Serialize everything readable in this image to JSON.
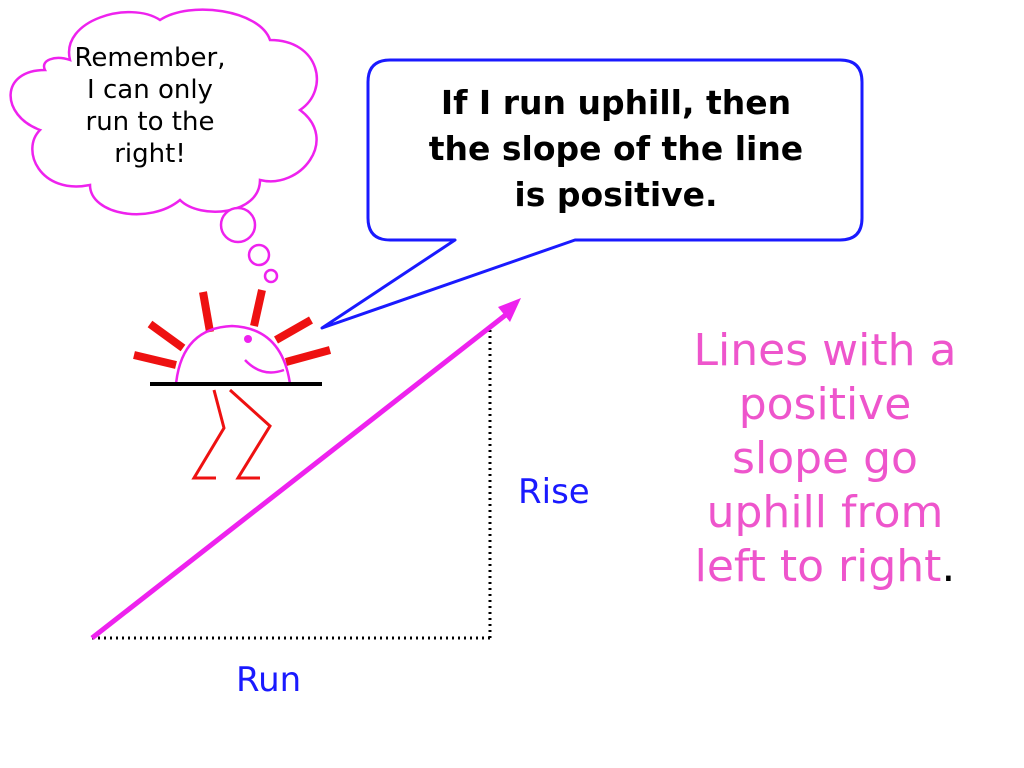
{
  "thought_bubble": {
    "lines": [
      "Remember,",
      "I can only",
      "run to the",
      "right!"
    ]
  },
  "speech_bubble": {
    "lines": [
      "If I run uphill, then",
      "the slope of the line",
      "is positive."
    ]
  },
  "labels": {
    "rise": "Rise",
    "run": "Run"
  },
  "note": {
    "lines": [
      "Lines with a",
      "positive",
      "slope go",
      "uphill from",
      "left to right"
    ],
    "trailing": "."
  },
  "colors": {
    "line": "#ee22ee",
    "thought_outline": "#ee22ee",
    "speech_outline": "#1a1aff",
    "sun_rays": "#ee1111",
    "legs": "#ee1111",
    "face": "#ee22ee",
    "label": "#1a1aff",
    "note": "#ee55cc"
  },
  "icons": {
    "character": "running-sun-icon",
    "arrow": "arrow-head-icon"
  }
}
